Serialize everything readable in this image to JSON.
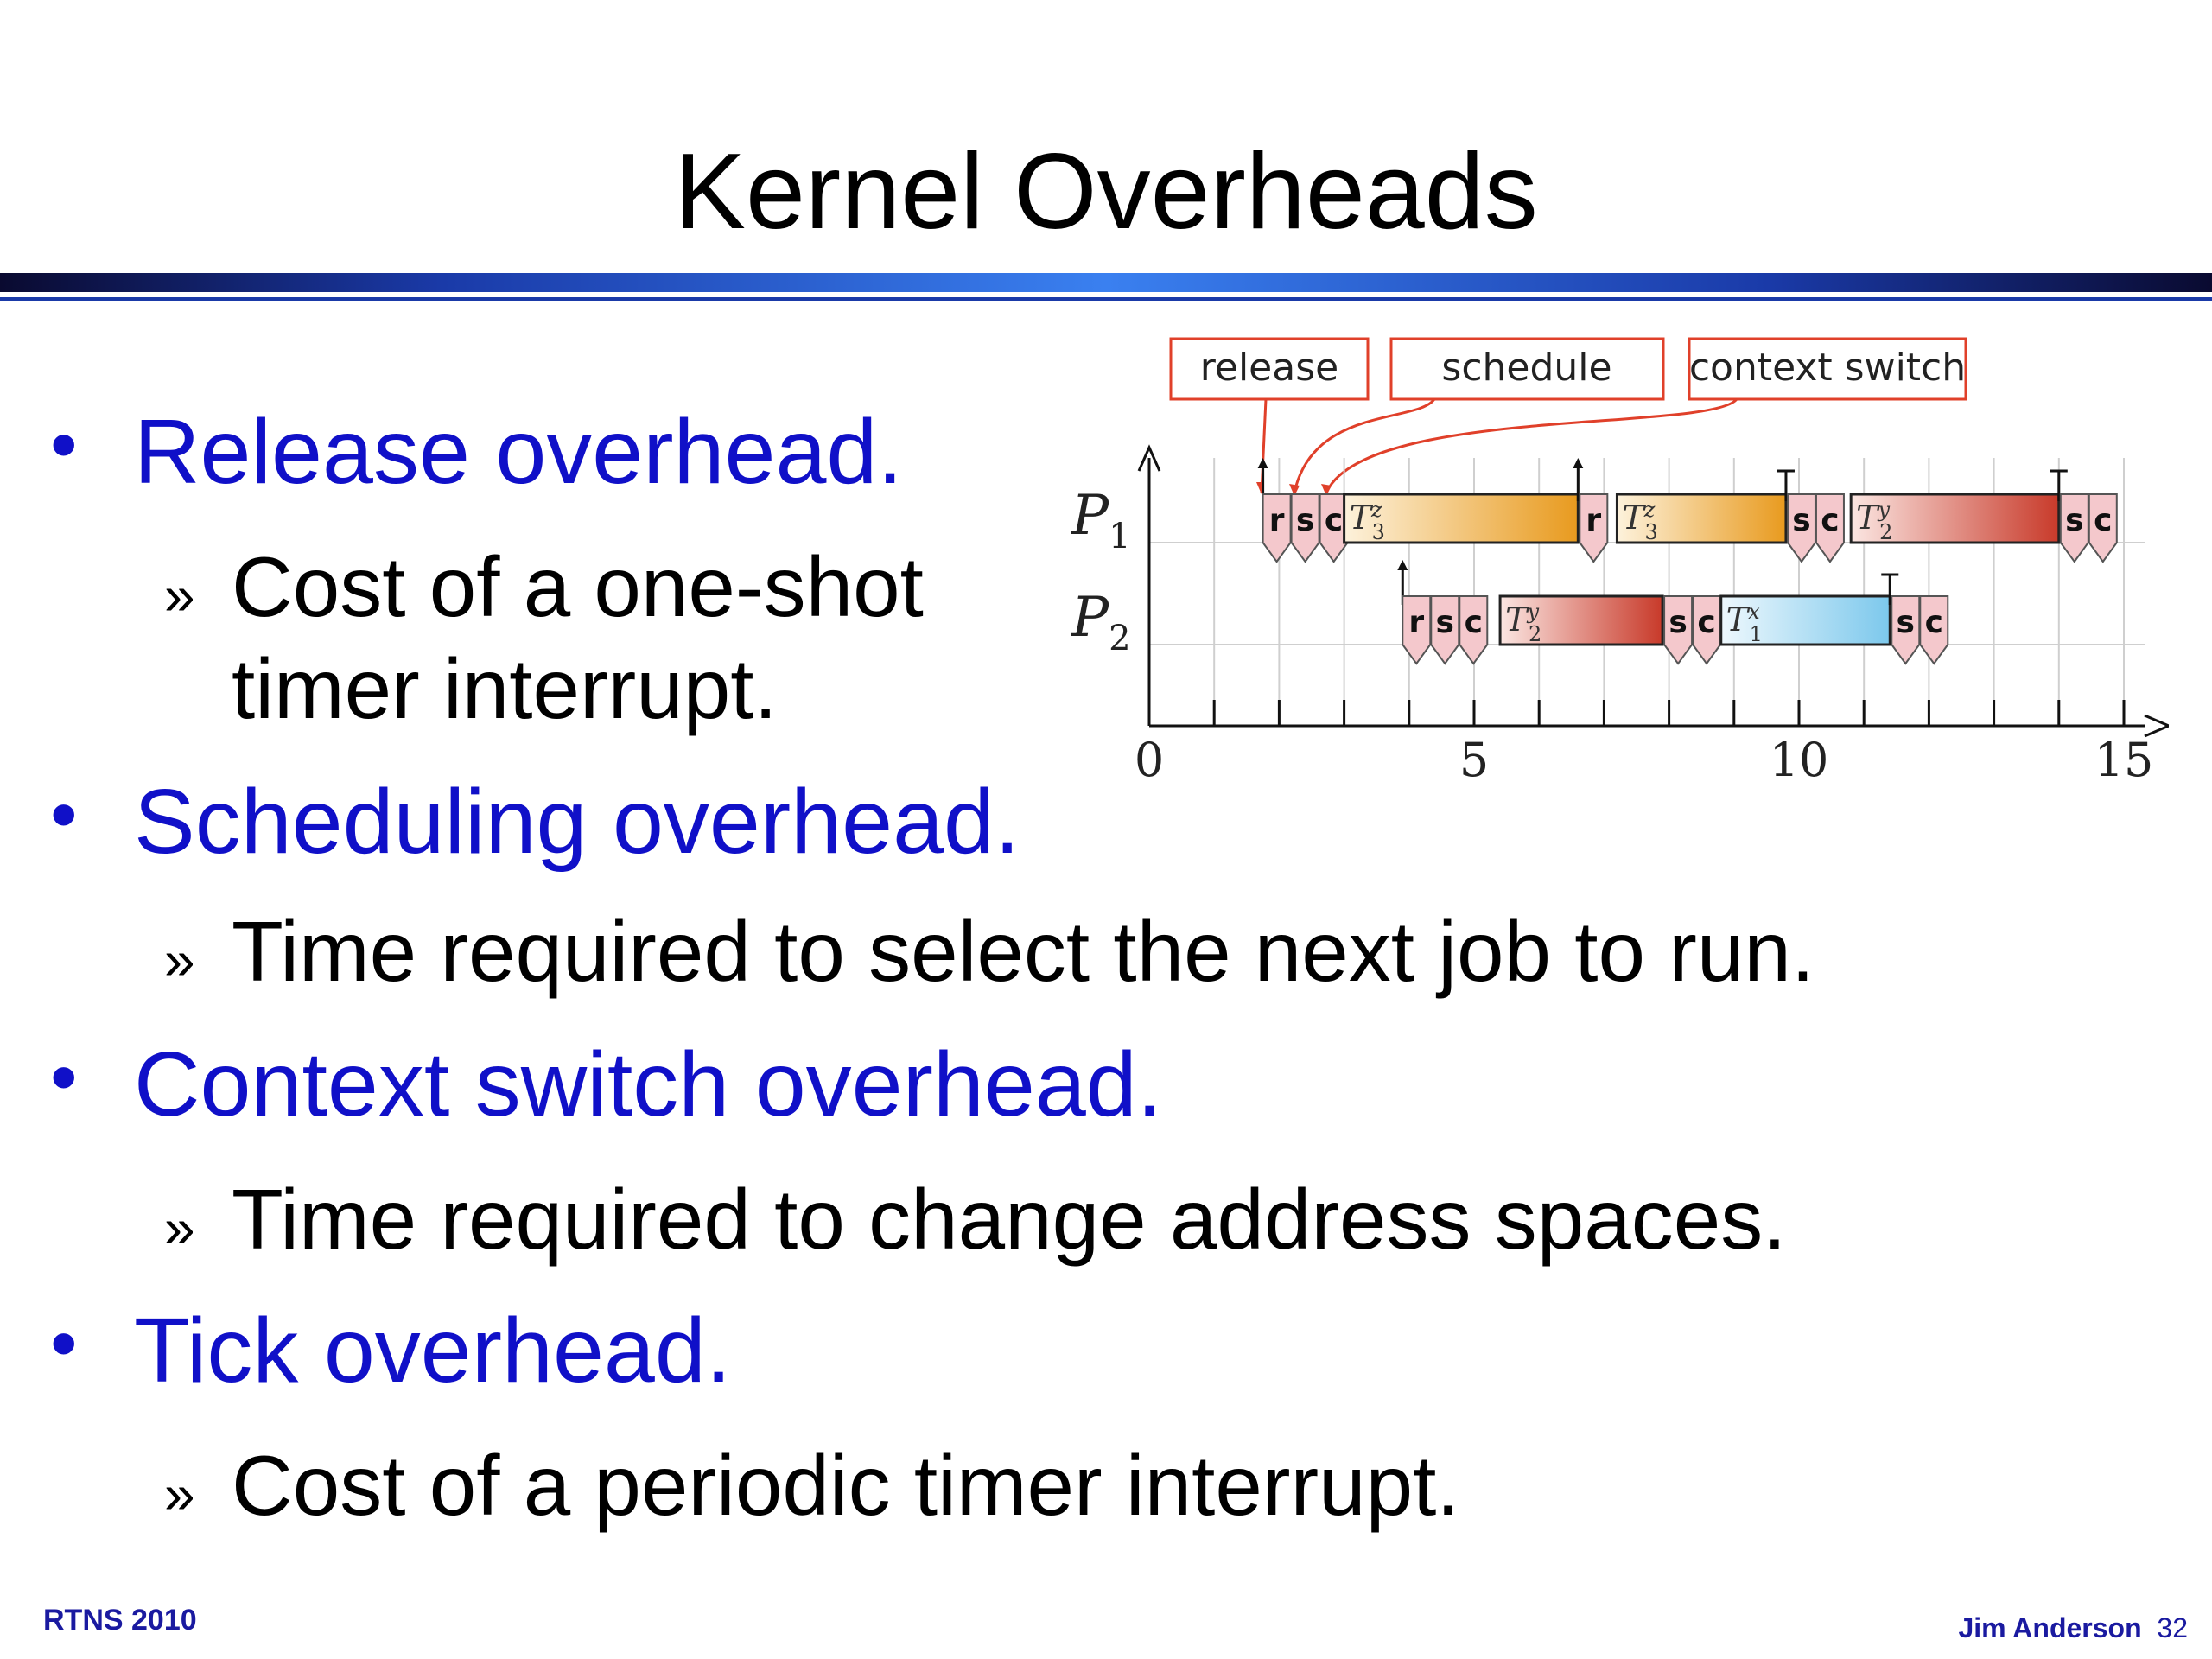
{
  "title": "Kernel Overheads",
  "bullets": [
    {
      "label": "Release overhead.",
      "sub": [
        "Cost of a one-shot",
        "timer interrupt."
      ]
    },
    {
      "label": "Scheduling overhead.",
      "sub": [
        "Time required to select the next job to run."
      ]
    },
    {
      "label": "Context switch overhead.",
      "sub": [
        "Time required to change address spaces."
      ]
    },
    {
      "label": "Tick overhead.",
      "sub": [
        "Cost of a periodic timer interrupt."
      ]
    }
  ],
  "sub_marker": "»",
  "diagram": {
    "legend": {
      "release": "release",
      "schedule": "schedule",
      "context_switch": "context switch"
    },
    "processors": [
      "P",
      "P"
    ],
    "processor_subscripts": [
      "1",
      "2"
    ],
    "axis_ticks": [
      "0",
      "5",
      "10",
      "15"
    ],
    "p1_tasks": [
      {
        "name": "T",
        "sub": "3",
        "sup": "z",
        "start": 3,
        "end": 6.6
      },
      {
        "name": "T",
        "sub": "3",
        "sup": "z",
        "start": 7.2,
        "end": 9.8
      },
      {
        "name": "T",
        "sub": "2",
        "sup": "y",
        "start": 10.8,
        "end": 14.0
      }
    ],
    "p2_tasks": [
      {
        "name": "T",
        "sub": "2",
        "sup": "y",
        "start": 5.4,
        "end": 7.9
      },
      {
        "name": "T",
        "sub": "1",
        "sup": "x",
        "start": 8.8,
        "end": 11.4
      }
    ],
    "overhead_labels": [
      "r",
      "s",
      "c"
    ],
    "colors": {
      "release_box": "#e0402a",
      "orange_task": "#e89a1e",
      "red_task": "#c83a2a",
      "blue_task": "#7cc8ec",
      "overhead_fill": "#f4c8cc"
    }
  },
  "footer": {
    "left": "RTNS 2010",
    "author": "Jim Anderson",
    "page": "32"
  }
}
